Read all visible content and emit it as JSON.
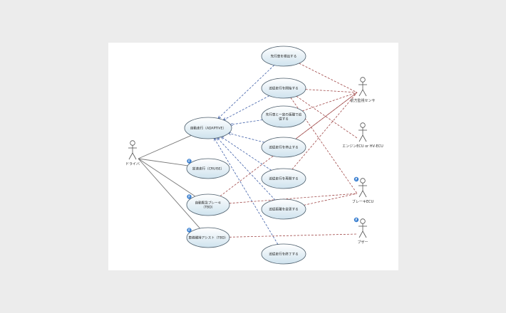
{
  "colors": {
    "background": "#ececec",
    "canvas": "#ffffff",
    "usecase_fill_top": "#ffffff",
    "usecase_fill_bottom": "#cfe3ee",
    "usecase_stroke": "#4a5c6a",
    "association": "#777777",
    "include_dependency": "#3f5fa8",
    "actor_dependency": "#a04848",
    "actor_stroke": "#555555",
    "badge": "#3a7fd0"
  },
  "actors": [
    {
      "id": "driver",
      "label": "ドライバ",
      "badge": false
    },
    {
      "id": "sensor",
      "label": "前方監視センサ",
      "badge": false
    },
    {
      "id": "engine",
      "label": "エンジンECU or HV-ECU",
      "badge": false
    },
    {
      "id": "brake",
      "label": "ブレーキECU",
      "badge": true
    },
    {
      "id": "buzzer",
      "label": "ブザー",
      "badge": true
    }
  ],
  "use_cases": [
    {
      "id": "uc_detect",
      "lines": [
        "先行車を検出する"
      ],
      "badge": false
    },
    {
      "id": "uc_start",
      "lines": [
        "追従走行を開始する"
      ],
      "badge": false
    },
    {
      "id": "uc_keep",
      "lines": [
        "先行車と一定の距離で追",
        "従する"
      ],
      "badge": false
    },
    {
      "id": "uc_stop",
      "lines": [
        "追従走行を停止する"
      ],
      "badge": false
    },
    {
      "id": "uc_resume",
      "lines": [
        "追従走行を再開する"
      ],
      "badge": false
    },
    {
      "id": "uc_gap",
      "lines": [
        "追従距離を変更する"
      ],
      "badge": false
    },
    {
      "id": "uc_end",
      "lines": [
        "追従走行を終了する"
      ],
      "badge": false
    },
    {
      "id": "uc_acc",
      "lines": [
        "自動走行（ADAPTIVE）"
      ],
      "badge": false
    },
    {
      "id": "uc_cruise",
      "lines": [
        "定速走行（CRUISE）"
      ],
      "badge": true
    },
    {
      "id": "uc_aeb",
      "lines": [
        "自動緊急ブレーキ",
        "（TBD）"
      ],
      "badge": true
    },
    {
      "id": "uc_lka",
      "lines": [
        "車線維持アシスト（TBD）"
      ],
      "badge": true
    }
  ],
  "badge_letter": "F",
  "associations": [
    [
      "driver",
      "uc_acc"
    ],
    [
      "driver",
      "uc_cruise"
    ],
    [
      "driver",
      "uc_aeb"
    ],
    [
      "driver",
      "uc_lka"
    ]
  ],
  "include_links": [
    [
      "uc_detect",
      "uc_acc"
    ],
    [
      "uc_start",
      "uc_acc"
    ],
    [
      "uc_keep",
      "uc_acc"
    ],
    [
      "uc_stop",
      "uc_acc"
    ],
    [
      "uc_resume",
      "uc_acc"
    ],
    [
      "uc_gap",
      "uc_acc"
    ],
    [
      "uc_end",
      "uc_acc"
    ]
  ],
  "actor_links": [
    [
      "uc_detect",
      "sensor"
    ],
    [
      "uc_start",
      "sensor"
    ],
    [
      "uc_start",
      "engine"
    ],
    [
      "uc_start",
      "brake"
    ],
    [
      "uc_keep",
      "sensor"
    ],
    [
      "uc_stop",
      "sensor"
    ],
    [
      "uc_resume",
      "sensor"
    ],
    [
      "uc_gap",
      "brake"
    ],
    [
      "uc_aeb",
      "sensor"
    ],
    [
      "uc_aeb",
      "brake"
    ],
    [
      "uc_lka",
      "buzzer"
    ]
  ]
}
